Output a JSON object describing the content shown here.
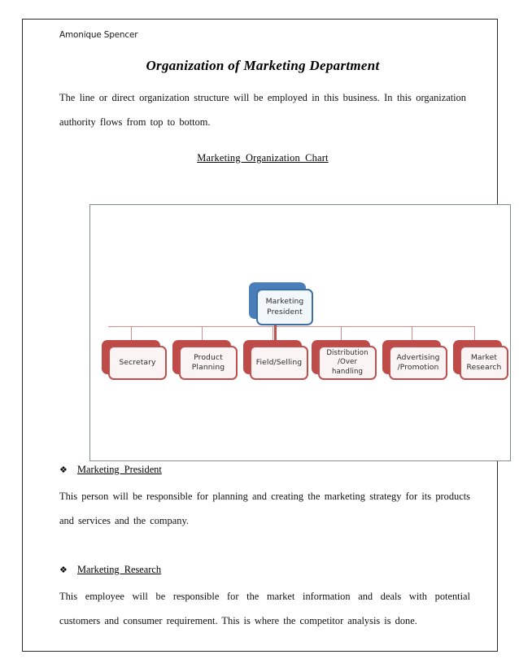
{
  "document": {
    "header_name": "Amonique Spencer",
    "title": "Organization of Marketing Department",
    "intro_paragraph": "The line or direct organization structure will be employed in this business. In this organization authority flows from top to bottom.",
    "chart_caption": "Marketing Organization Chart"
  },
  "org_chart": {
    "root": {
      "label": "Marketing\nPresident",
      "line1": "Marketing",
      "line2": "President",
      "fill_color": "#f2f7fc",
      "border_color": "#3b6fa8",
      "shadow_color": "#4a7ebb"
    },
    "children": [
      {
        "line1": "Secretary",
        "line2": ""
      },
      {
        "line1": "Product",
        "line2": "Planning"
      },
      {
        "line1": "Field/Selling",
        "line2": ""
      },
      {
        "line1": "Distribution",
        "line2": "/Over",
        "line3": "handling"
      },
      {
        "line1": "Advertising",
        "line2": "/Promotion"
      },
      {
        "line1": "Market",
        "line2": "Research"
      }
    ],
    "child_style": {
      "fill_color": "#fbf4f4",
      "border_color": "#c0504d",
      "shadow_color": "#be4b48",
      "connector_color": "#d98c8a"
    }
  },
  "sections": [
    {
      "bullet": "❖",
      "heading": "Marketing President",
      "body": "This person will be responsible for planning and creating the marketing strategy for its products and services and the company."
    },
    {
      "bullet": "❖",
      "heading": "Marketing Research",
      "body": "This employee will be responsible for the market information and deals with potential customers and consumer requirement. This is where the competitor analysis is done."
    }
  ]
}
